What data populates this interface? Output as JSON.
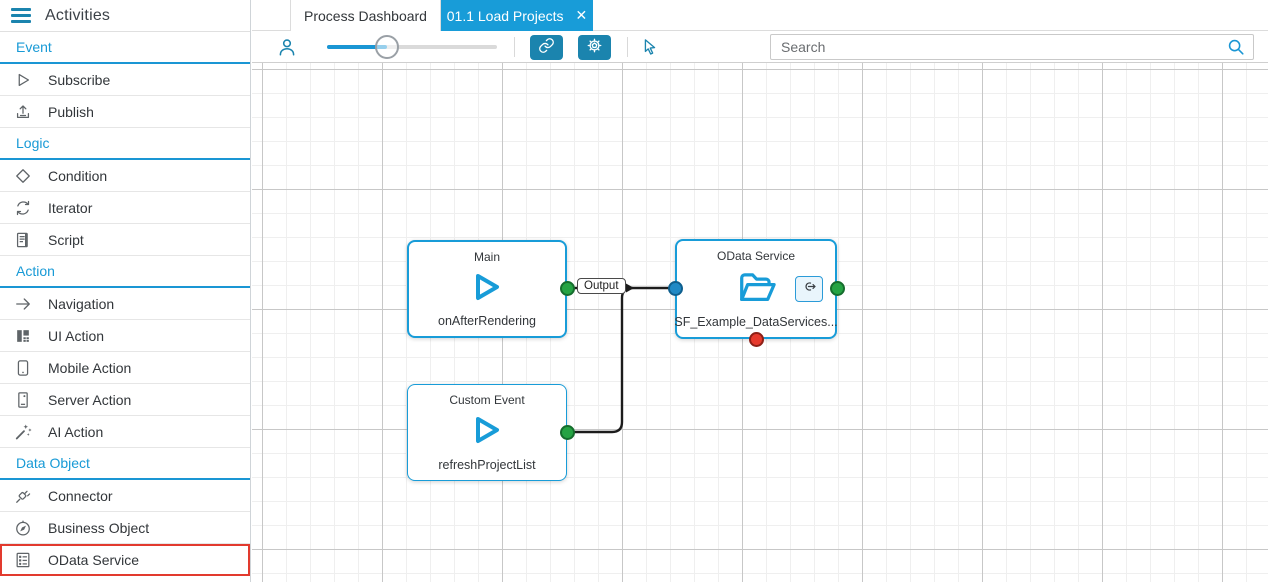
{
  "app": {
    "title": "Activities"
  },
  "sidebar": {
    "items": [
      {
        "type": "section",
        "label": "Event"
      },
      {
        "type": "item",
        "label": "Subscribe",
        "icon": "subscribe-icon"
      },
      {
        "type": "item",
        "label": "Publish",
        "icon": "publish-icon"
      },
      {
        "type": "section",
        "label": "Logic"
      },
      {
        "type": "item",
        "label": "Condition",
        "icon": "condition-icon"
      },
      {
        "type": "item",
        "label": "Iterator",
        "icon": "iterator-icon"
      },
      {
        "type": "item",
        "label": "Script",
        "icon": "script-icon"
      },
      {
        "type": "section",
        "label": "Action"
      },
      {
        "type": "item",
        "label": "Navigation",
        "icon": "navigation-icon"
      },
      {
        "type": "item",
        "label": "UI Action",
        "icon": "ui-action-icon"
      },
      {
        "type": "item",
        "label": "Mobile Action",
        "icon": "mobile-action-icon"
      },
      {
        "type": "item",
        "label": "Server Action",
        "icon": "server-action-icon"
      },
      {
        "type": "item",
        "label": "AI Action",
        "icon": "ai-action-icon"
      },
      {
        "type": "section",
        "label": "Data Object"
      },
      {
        "type": "item",
        "label": "Connector",
        "icon": "connector-icon"
      },
      {
        "type": "item",
        "label": "Business Object",
        "icon": "business-object-icon"
      },
      {
        "type": "item",
        "label": "OData Service",
        "icon": "odata-service-icon",
        "highlighted": true
      }
    ]
  },
  "tabs": [
    {
      "label": "Process Dashboard",
      "active": false
    },
    {
      "label": "01.1 Load Projects",
      "active": true,
      "close": "✕"
    }
  ],
  "toolbar": {
    "search_placeholder": "Search",
    "zoom_slider_value_fraction": 0.35,
    "icons": [
      "user-icon",
      "link-icon",
      "gear-icon",
      "cursor-icon",
      "search-icon"
    ]
  },
  "canvas": {
    "nodes": [
      {
        "title": "Main",
        "label": "onAfterRendering",
        "icon": "play-icon"
      },
      {
        "title": "Custom Event",
        "label": "refreshProjectList",
        "icon": "play-icon"
      },
      {
        "title": "OData Service",
        "label": "SF_Example_DataServices...",
        "icon": "open-folder-icon",
        "action_icon": "exit-arrow-icon"
      }
    ],
    "edge_label": "Output",
    "edges": [
      {
        "from": "Main.onAfterRendering",
        "to": "OData Service.SF_Example_DataServices...",
        "label": "Output"
      },
      {
        "from": "Custom Event.refreshProjectList",
        "to": "OData Service.SF_Example_DataServices...",
        "label": "Output"
      }
    ]
  },
  "colors": {
    "accent_blue": "#189cd8",
    "button_blue": "#1b84ae",
    "port_output_green": "#25a343",
    "port_input_blue": "#2089c5",
    "port_error_red": "#e63a2d",
    "highlight_red": "#e23a2e",
    "edge_black": "#1c1c1c"
  }
}
